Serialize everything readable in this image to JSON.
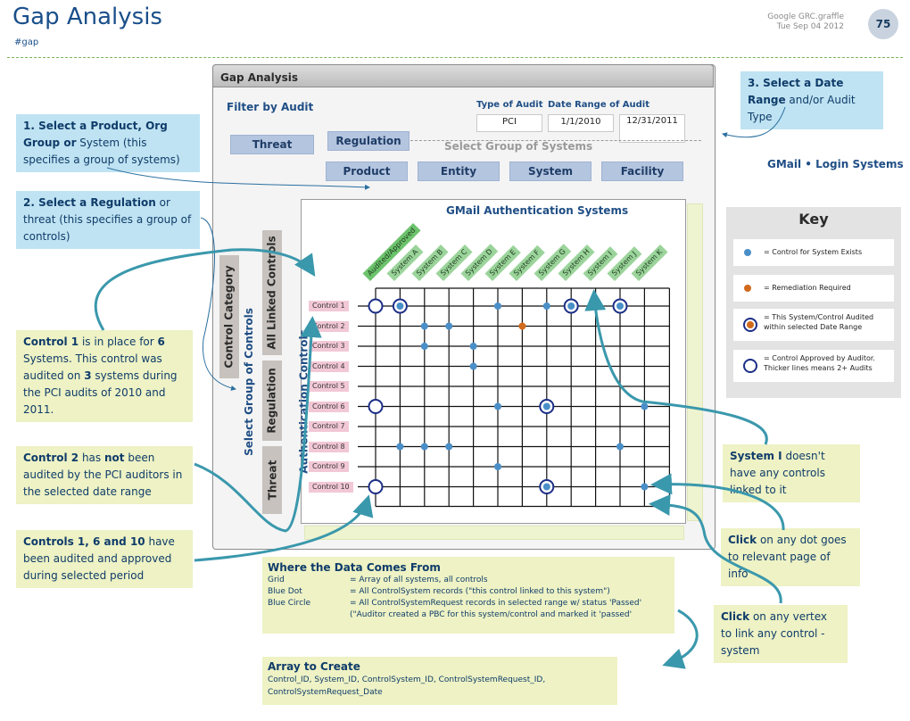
{
  "header": {
    "title": "Gap Analysis",
    "tag": "#gap",
    "source": "Google GRC.graffle",
    "date": "Tue Sep 04 2012",
    "page": "75"
  },
  "window": {
    "title": "Gap Analysis",
    "filter_label": "Filter by Audit",
    "type_label": "Type of Audit",
    "range_label": "Date Range of Audit",
    "type_value": "PCI",
    "date_from": "1/1/2010",
    "date_to": "12/31/2011",
    "tabs": [
      "Threat",
      "Regulation"
    ],
    "group_label": "Select Group of Systems",
    "system_groups": [
      "Product",
      "Entity",
      "System",
      "Facility"
    ],
    "controls_group_label": "Select Group of Controls",
    "control_category": "Control Category",
    "control_buttons": [
      "All Linked Controls",
      "Regulation",
      "Threat"
    ]
  },
  "grid": {
    "title": "GMail Authentication Systems",
    "side_label": "Authentication Controls",
    "columns": [
      "Audited/Approved",
      "System A",
      "System B",
      "System C",
      "System D",
      "System E",
      "System F",
      "System G",
      "System H",
      "System I",
      "System J",
      "System K"
    ],
    "rows": [
      "Control 1",
      "Control 2",
      "Control 3",
      "Control 4",
      "Control 5",
      "Control 6",
      "Control 7",
      "Control 8",
      "Control 9",
      "Control 10"
    ],
    "blue_dots": [
      [
        0,
        1
      ],
      [
        0,
        5
      ],
      [
        0,
        7
      ],
      [
        0,
        8
      ],
      [
        0,
        10
      ],
      [
        1,
        2
      ],
      [
        1,
        3
      ],
      [
        2,
        2
      ],
      [
        2,
        4
      ],
      [
        3,
        4
      ],
      [
        5,
        5
      ],
      [
        5,
        7
      ],
      [
        5,
        11
      ],
      [
        7,
        1
      ],
      [
        7,
        2
      ],
      [
        7,
        3
      ],
      [
        7,
        10
      ],
      [
        8,
        5
      ],
      [
        9,
        7
      ],
      [
        9,
        11
      ]
    ],
    "orange_dots": [
      [
        1,
        6
      ]
    ],
    "audited_circles": [
      [
        0,
        1
      ],
      [
        0,
        8
      ],
      [
        0,
        10
      ],
      [
        5,
        7
      ],
      [
        9,
        7
      ]
    ],
    "approved_circles": [
      [
        0,
        0
      ],
      [
        5,
        0
      ],
      [
        9,
        0
      ]
    ]
  },
  "right": {
    "system_name": "GMail • Login Systems"
  },
  "key": {
    "title": "Key",
    "items": [
      "= Control for System Exists",
      "= Remediation Required",
      "= This System/Control Audited within selected Date Range",
      "= Control Approved by Auditor. Thicker lines means 2+ Audits"
    ]
  },
  "notes": {
    "n1": {
      "b": "1. Select a Product, Org Group or",
      "t": " System (this specifies a group of systems)"
    },
    "n2": {
      "b": "2. Select a Regulation",
      "t": " or threat (this specifies a group of controls)"
    },
    "n3": {
      "b": "3. Select a Date Range",
      "t": " and/or Audit Type"
    },
    "n4": {
      "b1": "Control 1",
      "t1": " is in place for ",
      "b2": "6",
      "t2": " Systems. This control was audited on ",
      "b3": "3",
      "t3": " systems during the PCI audits of 2010 and 2011."
    },
    "n5": {
      "b1": "Control 2",
      "t1": " has ",
      "b2": "not",
      "t2": " been audited by the PCI auditors in the selected date range"
    },
    "n6": {
      "b": "Controls 1, 6 and 10",
      "t": " have been audited and approved during selected period"
    },
    "n7": {
      "b": "System I",
      "t": " doesn't have any controls linked to it"
    },
    "n8": {
      "b": "Click",
      "t": " on any dot goes to relevant page of info"
    },
    "n9": {
      "b": "Click",
      "t": " on any vertex to link any control - system"
    }
  },
  "data_source": {
    "title": "Where the Data Comes From",
    "rows": [
      {
        "k": "Grid",
        "v": "= Array of all systems, all controls"
      },
      {
        "k": "Blue Dot",
        "v": "= All ControlSystem records (\"this control linked to this system\")"
      },
      {
        "k": "Blue Circle",
        "v": "= All ControlSystemRequest records in selected range w/ status 'Passed'"
      },
      {
        "k": "",
        "v": "(\"Auditor created a PBC for this system/control and marked it 'passed'"
      }
    ]
  },
  "array": {
    "title": "Array to Create",
    "line1": "Control_ID, System_ID, ControlSystem_ID, ControlSystemRequest_ID,",
    "line2": "ControlSystemRequest_Date"
  },
  "colors": {
    "dot": "#4a8fc8",
    "orange": "#d06a1c",
    "ring": "#1c2e86",
    "teal": "#3a98ac",
    "column_green": "#9bd49b"
  }
}
